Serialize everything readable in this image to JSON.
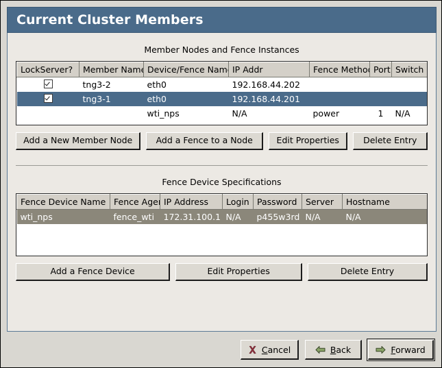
{
  "window": {
    "title": "Current Cluster Members"
  },
  "members_section": {
    "title": "Member Nodes and Fence Instances",
    "columns": [
      "LockServer?",
      "Member Name",
      "Device/Fence Name",
      "IP Addr",
      "Fence Method",
      "Port",
      "Switch"
    ],
    "rows": [
      {
        "lock_server": true,
        "member_name": "tng3-2",
        "device_name": "eth0",
        "ip_addr": "192.168.44.202",
        "fence_method": "",
        "port": "",
        "switch": "",
        "selected": false
      },
      {
        "lock_server": true,
        "member_name": "tng3-1",
        "device_name": "eth0",
        "ip_addr": "192.168.44.201",
        "fence_method": "",
        "port": "",
        "switch": "",
        "selected": true
      },
      {
        "lock_server": false,
        "member_name": "",
        "device_name": "wti_nps",
        "ip_addr": "N/A",
        "fence_method": "power",
        "port": "1",
        "switch": "N/A",
        "selected": false
      }
    ],
    "buttons": [
      "Add a New Member Node",
      "Add a Fence to a Node",
      "Edit Properties",
      "Delete Entry"
    ]
  },
  "fence_section": {
    "title": "Fence Device Specifications",
    "columns": [
      "Fence Device Name",
      "Fence Agent",
      "IP Address",
      "Login",
      "Password",
      "Server",
      "Hostname"
    ],
    "rows": [
      {
        "device_name": "wti_nps",
        "agent": "fence_wti",
        "ip_address": "172.31.100.1",
        "login": "N/A",
        "password": "p455w3rd",
        "server": "N/A",
        "hostname": "N/A",
        "selected": true
      }
    ],
    "buttons": [
      "Add a Fence Device",
      "Edit Properties",
      "Delete Entry"
    ]
  },
  "footer": {
    "cancel": {
      "label": "Cancel",
      "mnemonic": "C",
      "rest": "ancel",
      "icon": "close-x-icon",
      "icon_color": "#8c2f3c"
    },
    "back": {
      "label": "Back",
      "mnemonic": "B",
      "rest": "ack",
      "icon": "arrow-left-icon",
      "icon_color": "#7f9a5e"
    },
    "forward": {
      "label": "Forward",
      "mnemonic": "F",
      "rest": "orward",
      "icon": "arrow-right-icon",
      "icon_color": "#7f9a5e"
    }
  },
  "colors": {
    "title_bar": "#4a6b8a",
    "selection_blue": "#4a6b8a",
    "selection_taupe": "#8b877a",
    "panel": "#ece9e4",
    "header_cell": "#d4d0c8"
  }
}
